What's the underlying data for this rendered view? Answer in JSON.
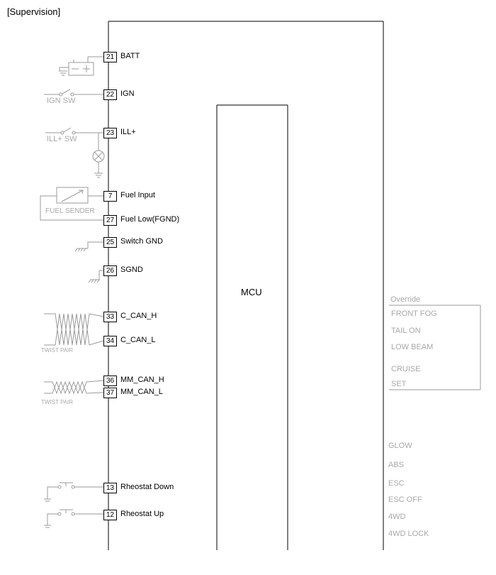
{
  "title": "[Supervision]",
  "mcu_label": "MCU",
  "pins": [
    {
      "num": "21",
      "label": "BATT"
    },
    {
      "num": "22",
      "label": "IGN"
    },
    {
      "num": "23",
      "label": "ILL+"
    },
    {
      "num": "7",
      "label": "Fuel Input"
    },
    {
      "num": "27",
      "label": "Fuel Low(FGND)"
    },
    {
      "num": "25",
      "label": "Switch GND"
    },
    {
      "num": "26",
      "label": "SGND"
    },
    {
      "num": "33",
      "label": "C_CAN_H"
    },
    {
      "num": "34",
      "label": "C_CAN_L"
    },
    {
      "num": "36",
      "label": "MM_CAN_H"
    },
    {
      "num": "37",
      "label": "MM_CAN_L"
    },
    {
      "num": "13",
      "label": "Rheostat Down"
    },
    {
      "num": "12",
      "label": "Rheostat Up"
    }
  ],
  "components": {
    "ign_sw": "IGN SW",
    "ill_sw": "ILL+ SW",
    "fuel_sender": "FUEL SENDER",
    "twist_pair_1": "TWIST PAIR",
    "twist_pair_2": "TWIST PAIR"
  },
  "override": {
    "title": "Override",
    "items": [
      "FRONT FOG",
      "TAIL ON",
      "LOW BEAM",
      "CRUISE",
      "SET"
    ]
  },
  "indicators": [
    "GLOW",
    "ABS",
    "ESC",
    "ESC OFF",
    "4WD",
    "4WD LOCK"
  ]
}
